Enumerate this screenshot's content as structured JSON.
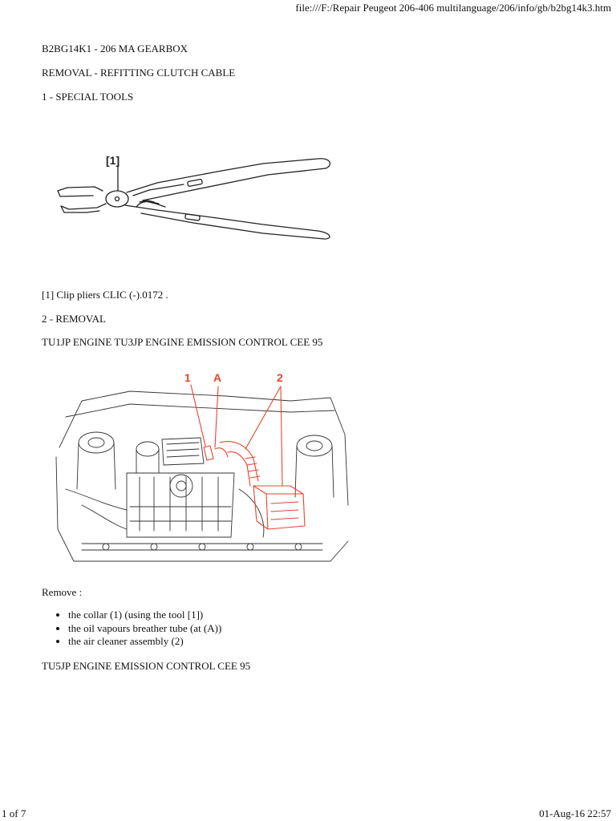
{
  "header": {
    "url": "file:///F:/Repair Peugeot  206-406 multilanguage/206/info/gb/b2bg14k3.htm"
  },
  "doc": {
    "code_title": "B2BG14K1 - 206 MA GEARBOX",
    "section_title": "REMOVAL - REFITTING CLUTCH CABLE",
    "special_tools_heading": "1 - SPECIAL TOOLS",
    "tool_caption": "[1] Clip pliers CLIC (-).0172 .",
    "removal_heading": "2 - REMOVAL",
    "engine_heading_1": "TU1JP ENGINE TU3JP ENGINE EMISSION CONTROL CEE 95",
    "remove_label": "Remove :",
    "remove_items": [
      "the collar (1) (using the tool [1])",
      "the oil vapours breather tube (at (A))",
      "the air cleaner assembly (2)"
    ],
    "engine_heading_2": "TU5JP ENGINE EMISSION CONTROL CEE 95"
  },
  "figures": {
    "tool_label": "[1]",
    "engine_labels": {
      "label_1": "1",
      "label_a": "A",
      "label_2": "2"
    },
    "callout_color": "#e8452c"
  },
  "footer": {
    "page": "1 of 7",
    "datetime": "01-Aug-16 22:57"
  }
}
